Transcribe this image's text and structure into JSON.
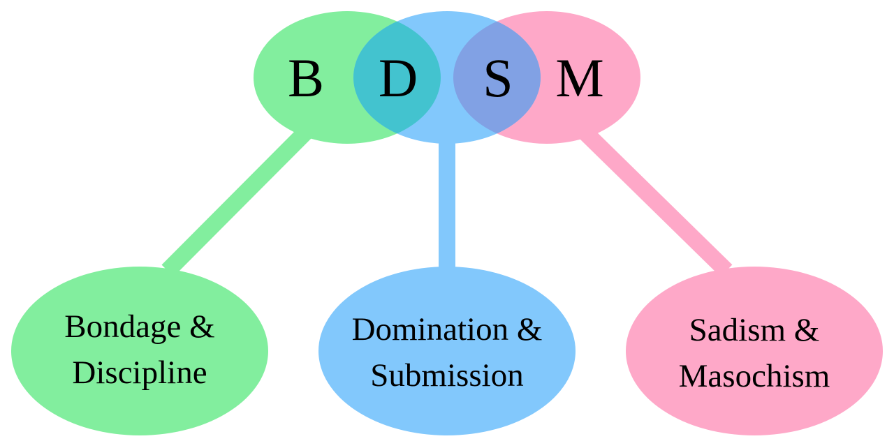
{
  "header": {
    "letters": [
      "B",
      "D",
      "S",
      "M"
    ]
  },
  "nodes": {
    "bd": {
      "line1": "Bondage &",
      "line2": "Discipline",
      "color": "#82ee9e"
    },
    "ds": {
      "line1": "Domination &",
      "line2": "Submission",
      "color": "#82c8fc"
    },
    "sm": {
      "line1": "Sadism &",
      "line2": "Masochism",
      "color": "#fea8c8"
    }
  },
  "overlap_colors": {
    "bd_ds": "#43c3cf",
    "ds_sm": "#81a1e4"
  }
}
